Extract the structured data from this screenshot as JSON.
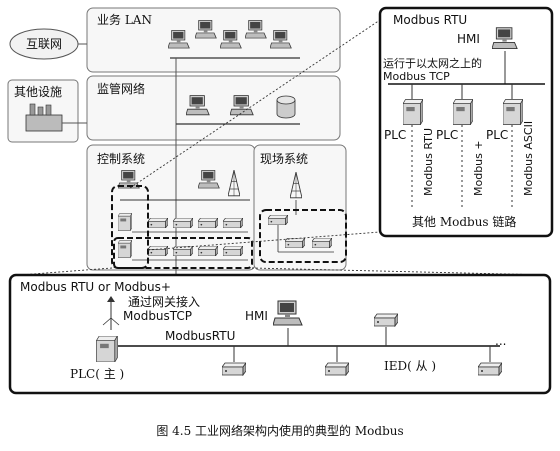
{
  "zones": {
    "business_lan": "业务 LAN",
    "monitoring_network": "监管网络",
    "control_system": "控制系统",
    "field_system": "现场系统"
  },
  "external": {
    "internet": "互联网",
    "other_facilities": "其他设施"
  },
  "detail_top": {
    "title": "Modbus RTU",
    "hmi": "HMI",
    "ethernet_note_line1": "运行于以太网之上的",
    "ethernet_note_line2": "Modbus TCP",
    "plc1": "PLC",
    "plc2": "PLC",
    "plc3": "PLC",
    "link1": "Modbus RTU",
    "link2": "Modbus +",
    "link3": "Modbus ASCII",
    "other_links": "其他 Modbus 链路"
  },
  "detail_bottom": {
    "title": "Modbus RTU or Modbus+",
    "gateway_line1": "通过网关接入",
    "gateway_line2": "ModbusTCP",
    "hmi": "HMI",
    "bus": "ModbusRTU",
    "plc_master": "PLC( 主 )",
    "ied_slave": "IED( 从 )",
    "ellipsis": "..."
  },
  "caption": "图 4.5    工业网络架构内使用的典型的 Modbus"
}
